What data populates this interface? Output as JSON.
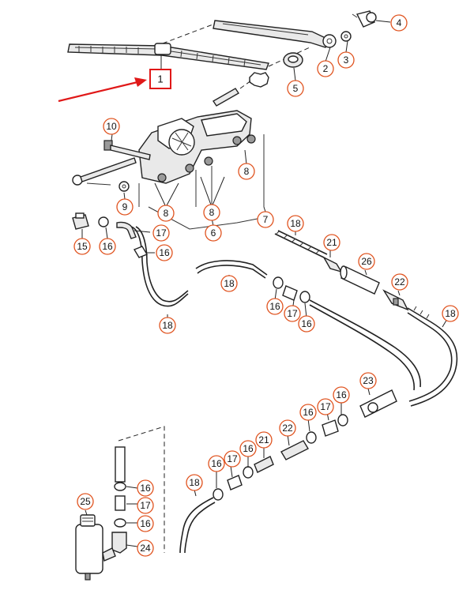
{
  "highlighted_part": {
    "label": "1",
    "box_color": "#e01818",
    "arrow_color": "#e01818"
  },
  "callout_color": "#e0531f",
  "callouts": [
    "2",
    "3",
    "4",
    "5",
    "6",
    "7",
    "8",
    "8",
    "8",
    "9",
    "10",
    "15",
    "16",
    "16",
    "16",
    "16",
    "16",
    "16",
    "16",
    "16",
    "16",
    "16",
    "16",
    "17",
    "17",
    "17",
    "17",
    "17",
    "18",
    "18",
    "18",
    "18",
    "18",
    "18",
    "21",
    "21",
    "22",
    "22",
    "23",
    "24",
    "25",
    "26"
  ]
}
